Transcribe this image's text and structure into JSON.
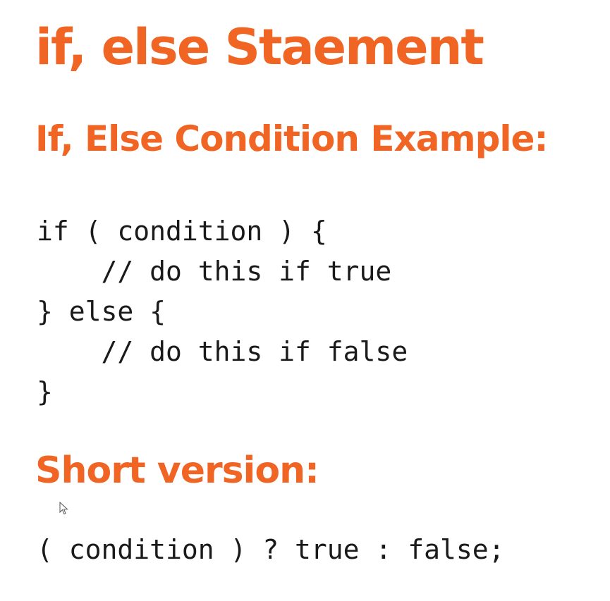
{
  "slide": {
    "title": "if, else Staement",
    "subtitle": "If, Else Condition Example:",
    "code_lines": [
      "if ( condition ) {",
      "    // do this if true",
      "} else {",
      "    // do this if false",
      "}"
    ],
    "short_heading": "Short version:",
    "short_code": "( condition ) ? true : false;"
  },
  "colors": {
    "accent": "#f06524",
    "code": "#1a1a1a",
    "background": "#ffffff"
  },
  "icons": {
    "cursor": "mouse-pointer-icon"
  }
}
